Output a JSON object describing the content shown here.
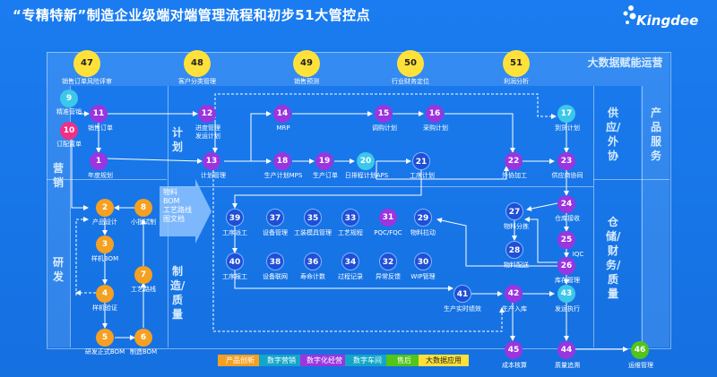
{
  "title": "“专精特新”制造企业级端对端管理流程和初步51大管控点",
  "brand": "Kingdee",
  "sections": {
    "top_band": "大数据赋能运营",
    "marketing": "营销",
    "rnd": "研发",
    "planning": "计划",
    "manufacturing_quality": "制造/质量",
    "supply_outsourcing": "供应/外协",
    "product_service": "产品服务",
    "warehouse_finance_quality": "仓储/财务/质量",
    "input_box": "物料\nBOM\n工艺路线\n图文档"
  },
  "top_nodes": [
    {
      "num": "47",
      "label": "销售订单风险评审"
    },
    {
      "num": "48",
      "label": "客户分类管理"
    },
    {
      "num": "49",
      "label": "销售预测"
    },
    {
      "num": "50",
      "label": "行业财务定位"
    },
    {
      "num": "51",
      "label": "利润分析"
    }
  ],
  "nodes": {
    "n9": {
      "num": "9",
      "label": "精准营销"
    },
    "n10": {
      "num": "10",
      "label": "订配置单"
    },
    "n11": {
      "num": "11",
      "label": "销售订单"
    },
    "n1": {
      "num": "1",
      "label": "年度规划"
    },
    "n12": {
      "num": "12",
      "label": "进度管理\n发运计划"
    },
    "n13": {
      "num": "13",
      "label": "计划管理"
    },
    "n14": {
      "num": "14",
      "label": "MRP"
    },
    "n15": {
      "num": "15",
      "label": "调购计划"
    },
    "n16": {
      "num": "16",
      "label": "采购计划"
    },
    "n17": {
      "num": "17",
      "label": "到货计划"
    },
    "n18": {
      "num": "18",
      "label": "生产计划MPS"
    },
    "n19": {
      "num": "19",
      "label": "生产订单"
    },
    "n20": {
      "num": "20",
      "label": "日排程计划APS"
    },
    "n21": {
      "num": "21",
      "label": "工序计划"
    },
    "n22": {
      "num": "22",
      "label": "外协加工"
    },
    "n23": {
      "num": "23",
      "label": "供应商协同"
    },
    "n2": {
      "num": "2",
      "label": "产品设计"
    },
    "n8": {
      "num": "8",
      "label": "小批试制"
    },
    "n3": {
      "num": "3",
      "label": "样机BOM"
    },
    "n7": {
      "num": "7",
      "label": "工艺路线"
    },
    "n4": {
      "num": "4",
      "label": "样机验证"
    },
    "n5": {
      "num": "5",
      "label": "研发正式BOM"
    },
    "n6": {
      "num": "6",
      "label": "制造BOM"
    },
    "n39": {
      "num": "39",
      "label": "工序派工"
    },
    "n37": {
      "num": "37",
      "label": "设备管理"
    },
    "n35": {
      "num": "35",
      "label": "工装模具管理"
    },
    "n33": {
      "num": "33",
      "label": "工艺规程"
    },
    "n31": {
      "num": "31",
      "label": "PQC/FQC"
    },
    "n29": {
      "num": "29",
      "label": "物料拉动"
    },
    "n40": {
      "num": "40",
      "label": "工序报工"
    },
    "n38": {
      "num": "38",
      "label": "设备联网"
    },
    "n36": {
      "num": "36",
      "label": "寿命计数"
    },
    "n34": {
      "num": "34",
      "label": "过程记录"
    },
    "n32": {
      "num": "32",
      "label": "异常反馈"
    },
    "n30": {
      "num": "30",
      "label": "WIP管理"
    },
    "n27": {
      "num": "27",
      "label": "物料分拣"
    },
    "n28": {
      "num": "28",
      "label": "物料配送"
    },
    "n24": {
      "num": "24",
      "label": "仓库接收"
    },
    "n25": {
      "num": "25",
      "label": "IQC"
    },
    "n26": {
      "num": "26",
      "label": "库存管理"
    },
    "n41": {
      "num": "41",
      "label": "生产实时绩效"
    },
    "n42": {
      "num": "42",
      "label": "生产入库"
    },
    "n43": {
      "num": "43",
      "label": "发运执行"
    },
    "n45": {
      "num": "45",
      "label": "成本核算"
    },
    "n44": {
      "num": "44",
      "label": "质量追溯"
    },
    "n46": {
      "num": "46",
      "label": "运维管理"
    }
  },
  "legend": [
    {
      "label": "产品创新",
      "color": "#f5a021"
    },
    {
      "label": "数字营销",
      "color": "#12a6c9"
    },
    {
      "label": "数字化经营",
      "color": "#9a35e0"
    },
    {
      "label": "数字车间",
      "color": "#12a6c9"
    },
    {
      "label": "售后",
      "color": "#52c41a"
    },
    {
      "label": "大数据应用",
      "color": "#ffe13a"
    }
  ]
}
